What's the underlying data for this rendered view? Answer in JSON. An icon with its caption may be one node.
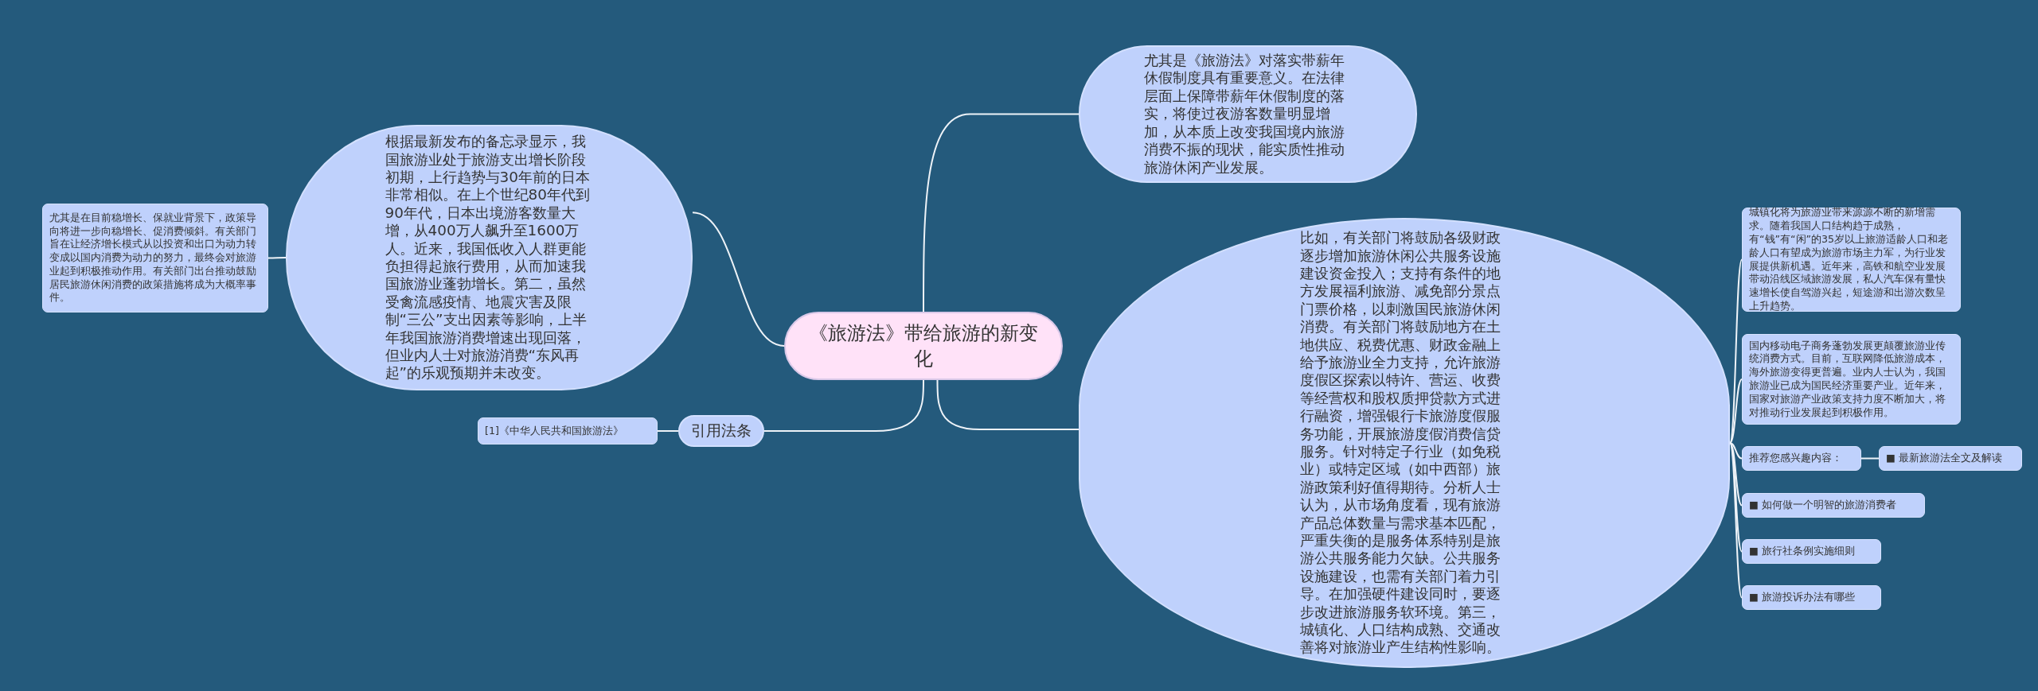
{
  "diagram": {
    "nodes": [
      {
        "text": [
          "《旅游法》带给旅游的新变化"
        ]
      },
      {
        "text": [
          "根据最新发布的备忘录显示，我国旅游业处于旅游支出增长阶段初期，上行趋势与30年前的日本非常相似。在上个世纪80年代到90年代，日本出境游客数量大增，从400万人飙升至1600万人。近来，我国低收入人群更能负担得起旅行费用，从而加速我国旅游业蓬勃增长。第二，虽然受禽流感疫情、地震灾害及限制“三公”支出因素等影响，上半年我国旅游消费增速出现回落，但业内人士对旅游消费“东风再起”的乐观预期并未改变。"
        ]
      },
      {
        "text": [
          "尤其是在目前稳增长、保就业背景下，政策导向将进一步向稳增长、促消费倾斜。有关部门旨在让经济增长模式从以投资和出口为动力转变成以国内消费为动力的努力，最终会对旅游业起到积极推动作用。有关部门出台推动鼓励居民旅游休闲消费的政策措施将成为大概率事件。"
        ]
      },
      {
        "text": [
          "引用法条"
        ]
      },
      {
        "text": [
          "[1]《中华人民共和国旅游法》"
        ]
      },
      {
        "text": [
          "尤其是《旅游法》对落实带薪年休假制度具有重要意义。在法律层面上保障带薪年休假制度的落实，将使过夜游客数量明显增加，从本质上改变我国境内旅游消费不振的现状，能实质性推动旅游休闲产业发展。"
        ]
      },
      {
        "text": [
          "比如，有关部门将鼓励各级财政逐步增加旅游休闲公共服务设施建设资金投入；支持有条件的地方发展福利旅游、减免部分景点门票价格，以刺激国民旅游休闲消费。有关部门将鼓励地方在土地供应、税费优惠、财政金融上给予旅游业全力支持，允许旅游度假区探索以特许、营运、收费等经营权和股权质押贷款方式进行融资，增强银行卡旅游度假服务功能，开展旅游度假消费信贷服务。针对特定子行业（如免税业）或特定区域（如中西部）旅游政策利好值得期待。分析人士认为，从市场角度看，现有旅游产品总体数量与需求基本匹配，严重失衡的是服务体系特别是旅游公共服务能力欠缺。公共服务设施建设，也需有关部门着力引导。在加强硬件建设同时，要逐步改进旅游服务软环境。第三，城镇化、人口结构成熟、交通改善将对旅游业产生结构性影响。"
        ]
      },
      {
        "text": [
          "城镇化将为旅游业带来源源不断的新增需求。随着我国人口结构趋于成熟，有“钱”有“闲”的35岁以上旅游适龄人口和老龄人口有望成为旅游市场主力军，为行业发展提供新机遇。近年来，高铁和航空业发展带动沿线区域旅游发展，私人汽车保有量快速增长使自驾游兴起，短途游和出游次数呈上升趋势。"
        ]
      },
      {
        "text": [
          "国内移动电子商务蓬勃发展更颠覆旅游业传统消费方式。目前，互联网降低旅游成本，海外旅游变得更普遍。业内人士认为，我国旅游业已成为国民经济重要产业。近年来，国家对旅游产业政策支持力度不断加大，将对推动行业发展起到积极作用。"
        ]
      },
      {
        "text": [
          "推荐您感兴趣内容："
        ]
      },
      {
        "text": [
          "■ 最新旅游法全文及解读"
        ]
      },
      {
        "text": [
          "■ 如何做一个明智的旅游消费者"
        ]
      },
      {
        "text": [
          "■ 旅行社条例实施细则"
        ]
      },
      {
        "text": [
          "■ 旅游投诉办法有哪些"
        ]
      }
    ],
    "edges": [
      {
        "from": 0,
        "to": 1,
        "arrow": "none"
      },
      {
        "from": 1,
        "to": 2,
        "arrow": "none"
      },
      {
        "from": 0,
        "to": 3,
        "arrow": "none"
      },
      {
        "from": 3,
        "to": 4,
        "arrow": "none"
      },
      {
        "from": 0,
        "to": 5,
        "arrow": "none"
      },
      {
        "from": 0,
        "to": 6,
        "arrow": "none"
      },
      {
        "from": 6,
        "to": 7,
        "arrow": "none"
      },
      {
        "from": 6,
        "to": 8,
        "arrow": "none"
      },
      {
        "from": 6,
        "to": 9,
        "arrow": "none"
      },
      {
        "from": 9,
        "to": 10,
        "arrow": "none"
      },
      {
        "from": 6,
        "to": 11,
        "arrow": "none"
      },
      {
        "from": 6,
        "to": 12,
        "arrow": "none"
      },
      {
        "from": 6,
        "to": 13,
        "arrow": "none"
      }
    ]
  }
}
